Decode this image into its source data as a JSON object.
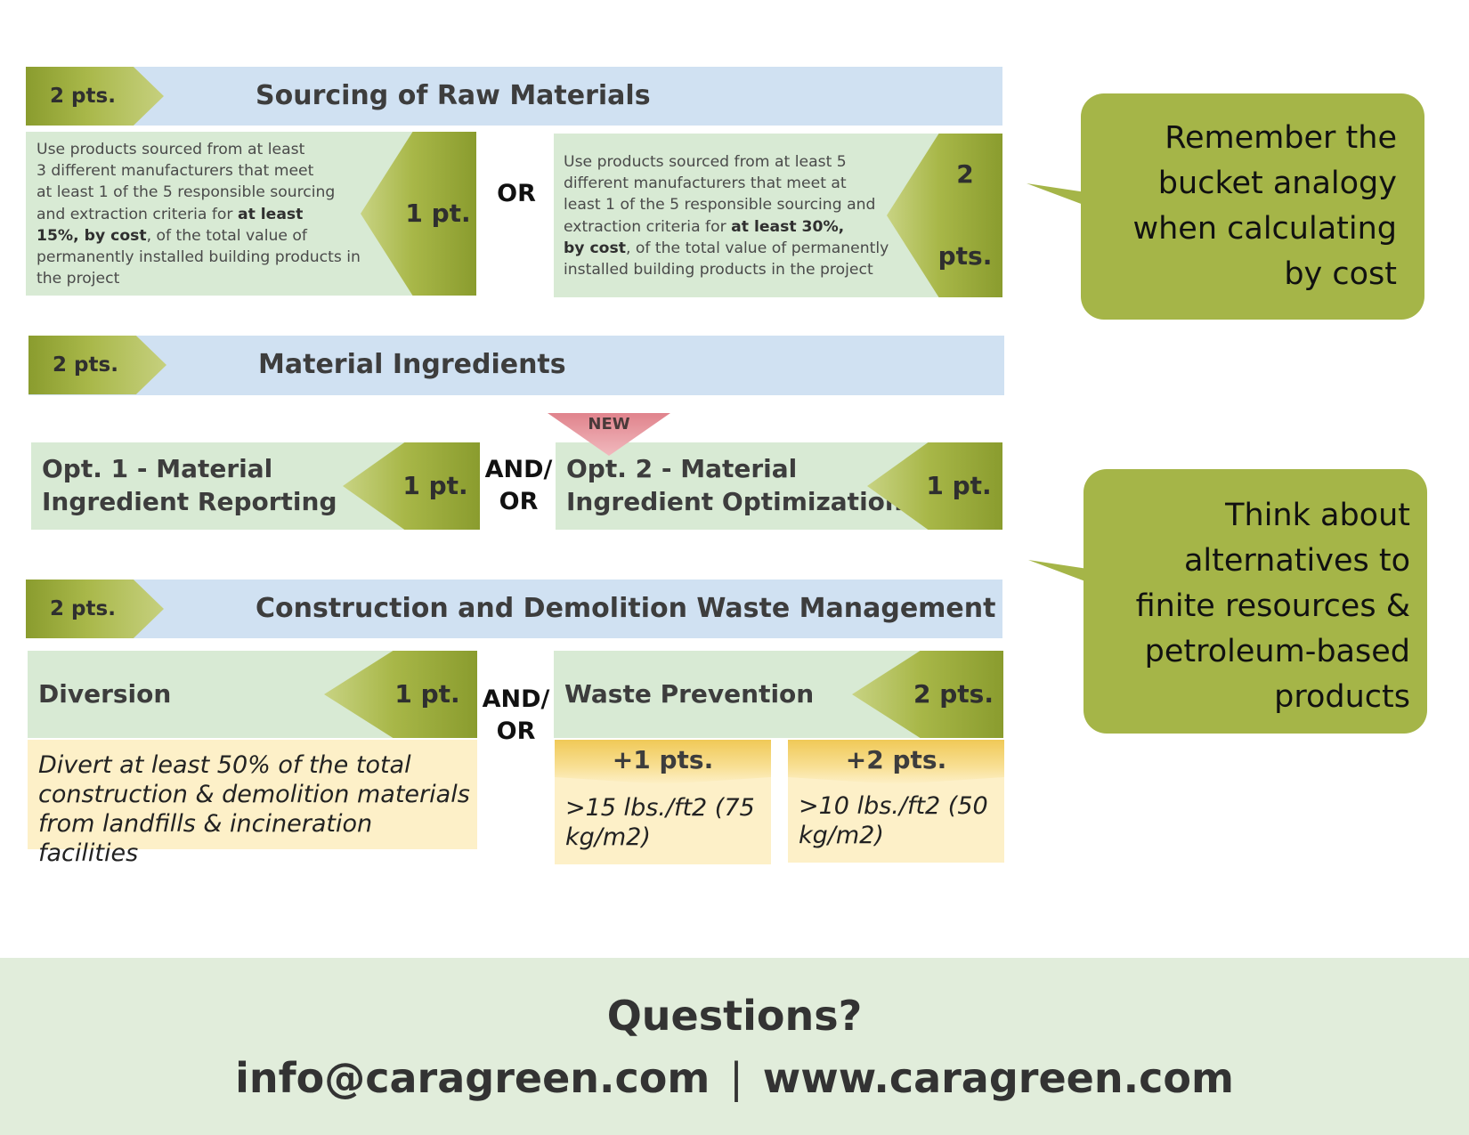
{
  "section1": {
    "points": "2 pts.",
    "title": "Sourcing of Raw Materials",
    "option_a": {
      "desc_lines": [
        "Use products sourced from at least",
        "3 different manufacturers that meet",
        "at least 1 of the 5 responsible sourcing"
      ],
      "desc_line4_pre": "and extraction criteria for ",
      "desc_line4_bold": "at least",
      "desc_line5_bold": "15%, by cost",
      "desc_line5_post": ", of the total value of",
      "desc_line6": "permanently installed building products in",
      "desc_line7": "the project",
      "points": "1 pt."
    },
    "conjunction": "OR",
    "option_b": {
      "desc_lines": [
        "Use products sourced from at least 5",
        "different manufacturers that meet at",
        "least 1 of the 5 responsible sourcing and"
      ],
      "desc_line4_pre": "extraction criteria for ",
      "desc_line4_bold": "at least 30%,",
      "desc_line5_bold": "by cost",
      "desc_line5_post": ", of the total value of permanently",
      "desc_line6": "installed building products in the project",
      "points_line1": "2",
      "points_line2": "pts."
    }
  },
  "section2": {
    "points": "2 pts.",
    "title": "Material Ingredients",
    "new_badge": "NEW",
    "option_1": {
      "label_line1": "Opt. 1 - Material",
      "label_line2": "Ingredient Reporting",
      "points": "1 pt."
    },
    "conjunction_line1": "AND/",
    "conjunction_line2": "OR",
    "option_2": {
      "label_line1": "Opt. 2 - Material",
      "label_line2": "Ingredient Optimization",
      "points": "1 pt."
    }
  },
  "section3": {
    "points": "2 pts.",
    "title": "Construction and Demolition Waste Management",
    "diversion": {
      "label": "Diversion",
      "points": "1 pt.",
      "detail_lines": [
        "Divert at least 50% of the total",
        "construction & demolition materials",
        "from landfills & incineration facilities"
      ]
    },
    "conjunction_line1": "AND/",
    "conjunction_line2": "OR",
    "prevention": {
      "label": "Waste Prevention",
      "points": "2 pts.",
      "tier1": {
        "points": "+1 pts.",
        "line1": ">15 lbs./ft2 (75",
        "line2": "kg/m2)"
      },
      "tier2": {
        "points": "+2 pts.",
        "line1": ">10 lbs./ft2 (50",
        "line2": "kg/m2)"
      }
    }
  },
  "callouts": {
    "top_lines": [
      "Remember the",
      "bucket analogy",
      "when calculating",
      "by cost"
    ],
    "bottom_lines": [
      "Think about",
      "alternatives to",
      "finite resources &",
      "petroleum-based",
      "products"
    ]
  },
  "footer": {
    "question": "Questions?",
    "email": "info@caragreen.com",
    "separator": "|",
    "website": "www.caragreen.com"
  },
  "colors": {
    "header_blue": "#d0e1f2",
    "option_green": "#d8ead4",
    "accent_olive": "#a5b548",
    "detail_yellow": "#fdf0c8",
    "new_pink": "#e0838c",
    "footer_green": "#e1eddb"
  }
}
